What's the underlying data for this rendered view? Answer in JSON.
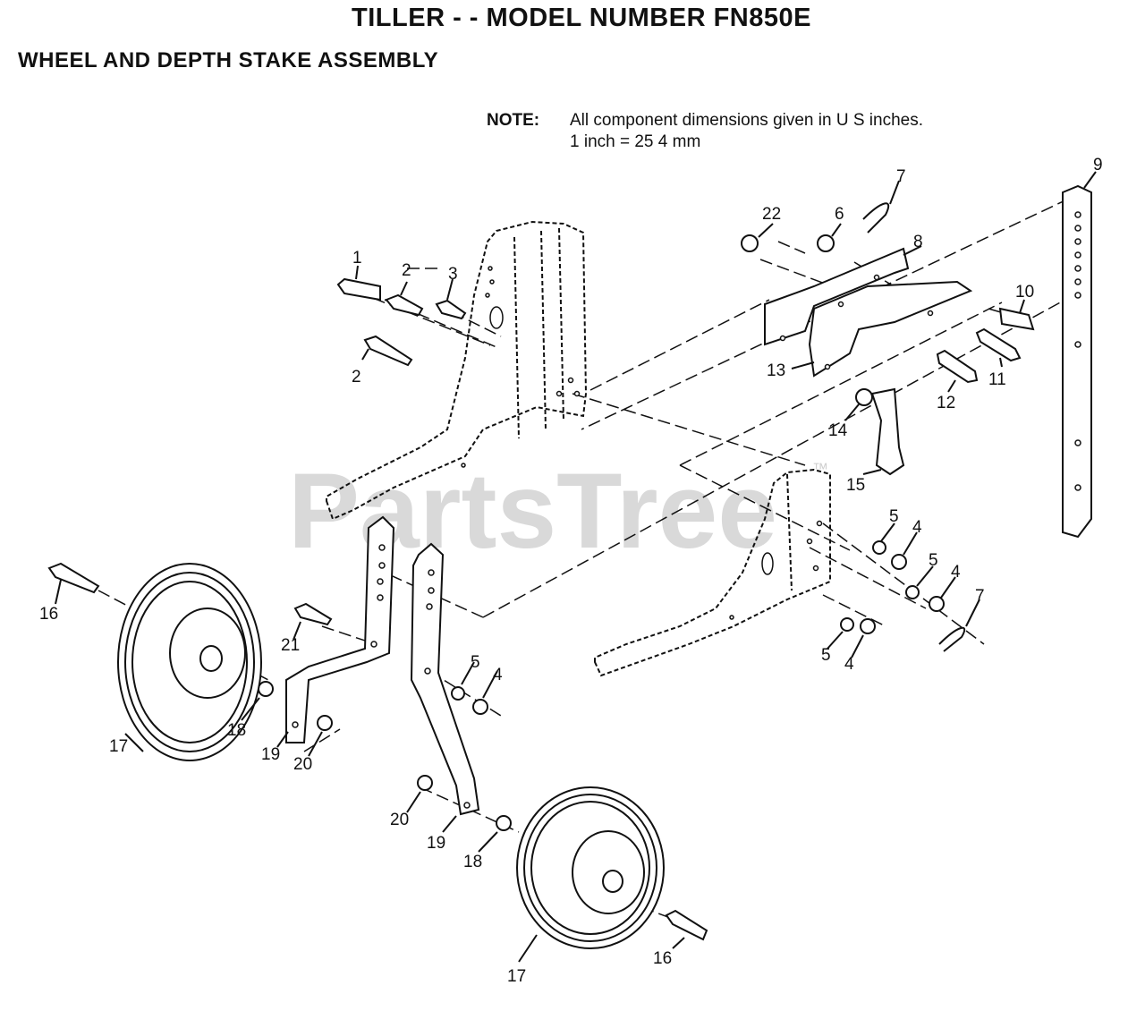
{
  "header": {
    "title": "TILLER - - MODEL NUMBER FN850E",
    "section": "WHEEL AND DEPTH STAKE ASSEMBLY"
  },
  "note": {
    "label": "NOTE:",
    "line1": "All component dimensions given in U S  inches.",
    "line2": "1 inch = 25 4 mm"
  },
  "watermark": {
    "text": "PartsTree",
    "tm": "™"
  },
  "callouts": [
    "1",
    "2",
    "3",
    "2",
    "22",
    "6",
    "7",
    "8",
    "9",
    "10",
    "11",
    "12",
    "13",
    "14",
    "15",
    "5",
    "4",
    "5",
    "4",
    "7",
    "5",
    "4",
    "16",
    "21",
    "17",
    "18",
    "19",
    "20",
    "5",
    "4",
    "20",
    "19",
    "18",
    "17",
    "16"
  ]
}
